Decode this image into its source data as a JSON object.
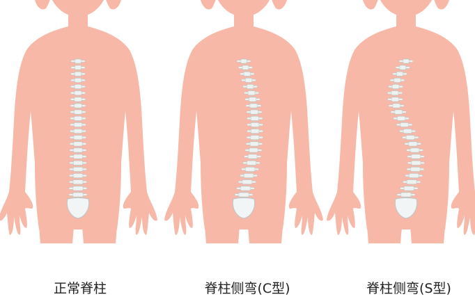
{
  "colors": {
    "skin": "#f7b8a8",
    "skin_edge": "#f3a898",
    "vertebra": "#eef3f2",
    "vertebra_edge": "#b9c6c4",
    "pelvis": "#f1f5f5"
  },
  "figures": [
    {
      "id": "normal",
      "label": "正常脊柱",
      "curve": "straight"
    },
    {
      "id": "c-type",
      "label": "脊柱侧弯(C型)",
      "curve": "c"
    },
    {
      "id": "s-type",
      "label": "脊柱侧弯(S型)",
      "curve": "s"
    }
  ]
}
